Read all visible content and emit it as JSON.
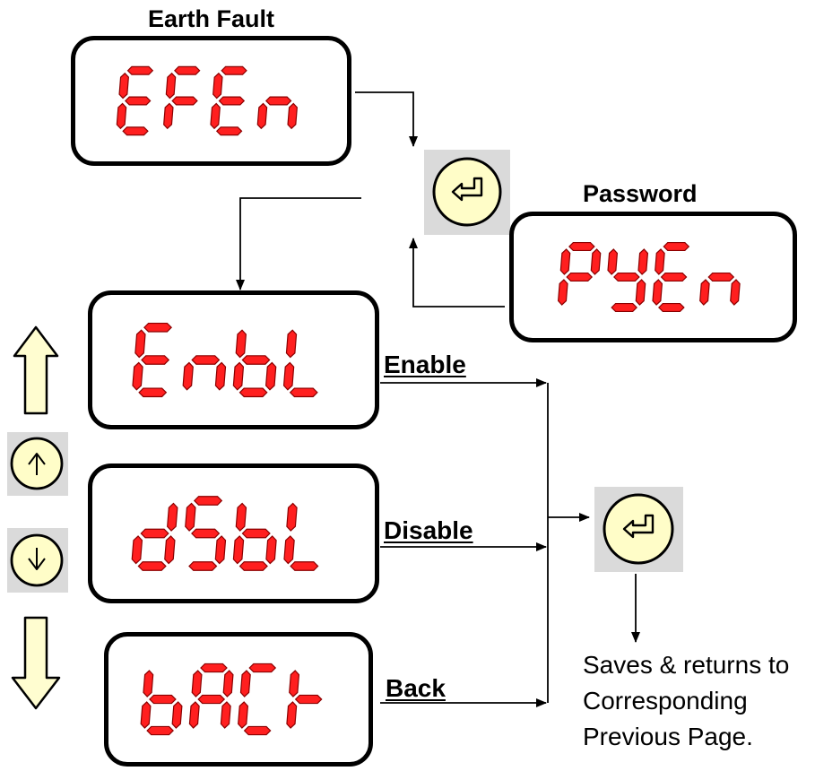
{
  "labels": {
    "earth_fault": "Earth Fault",
    "password": "Password",
    "enable": "Enable",
    "disable": "Disable",
    "back": "Back"
  },
  "displays": {
    "efen": "EFEn",
    "pyen": "PyEn",
    "enbl": "EnbL",
    "dsbl": "dSbL",
    "back": "bACK"
  },
  "note_lines": [
    "Saves & returns to",
    "Corresponding",
    "Previous Page."
  ],
  "icons": {
    "enter": "enter-key-icon",
    "up": "up-key-icon",
    "down": "down-key-icon",
    "arrow_up": "large-up-arrow-icon",
    "arrow_down": "large-down-arrow-icon"
  },
  "colors": {
    "segment": "#ff1f1f",
    "key_fill": "#fffdc8",
    "key_tile": "#dadada",
    "arrow_fill": "#fffdd0"
  }
}
